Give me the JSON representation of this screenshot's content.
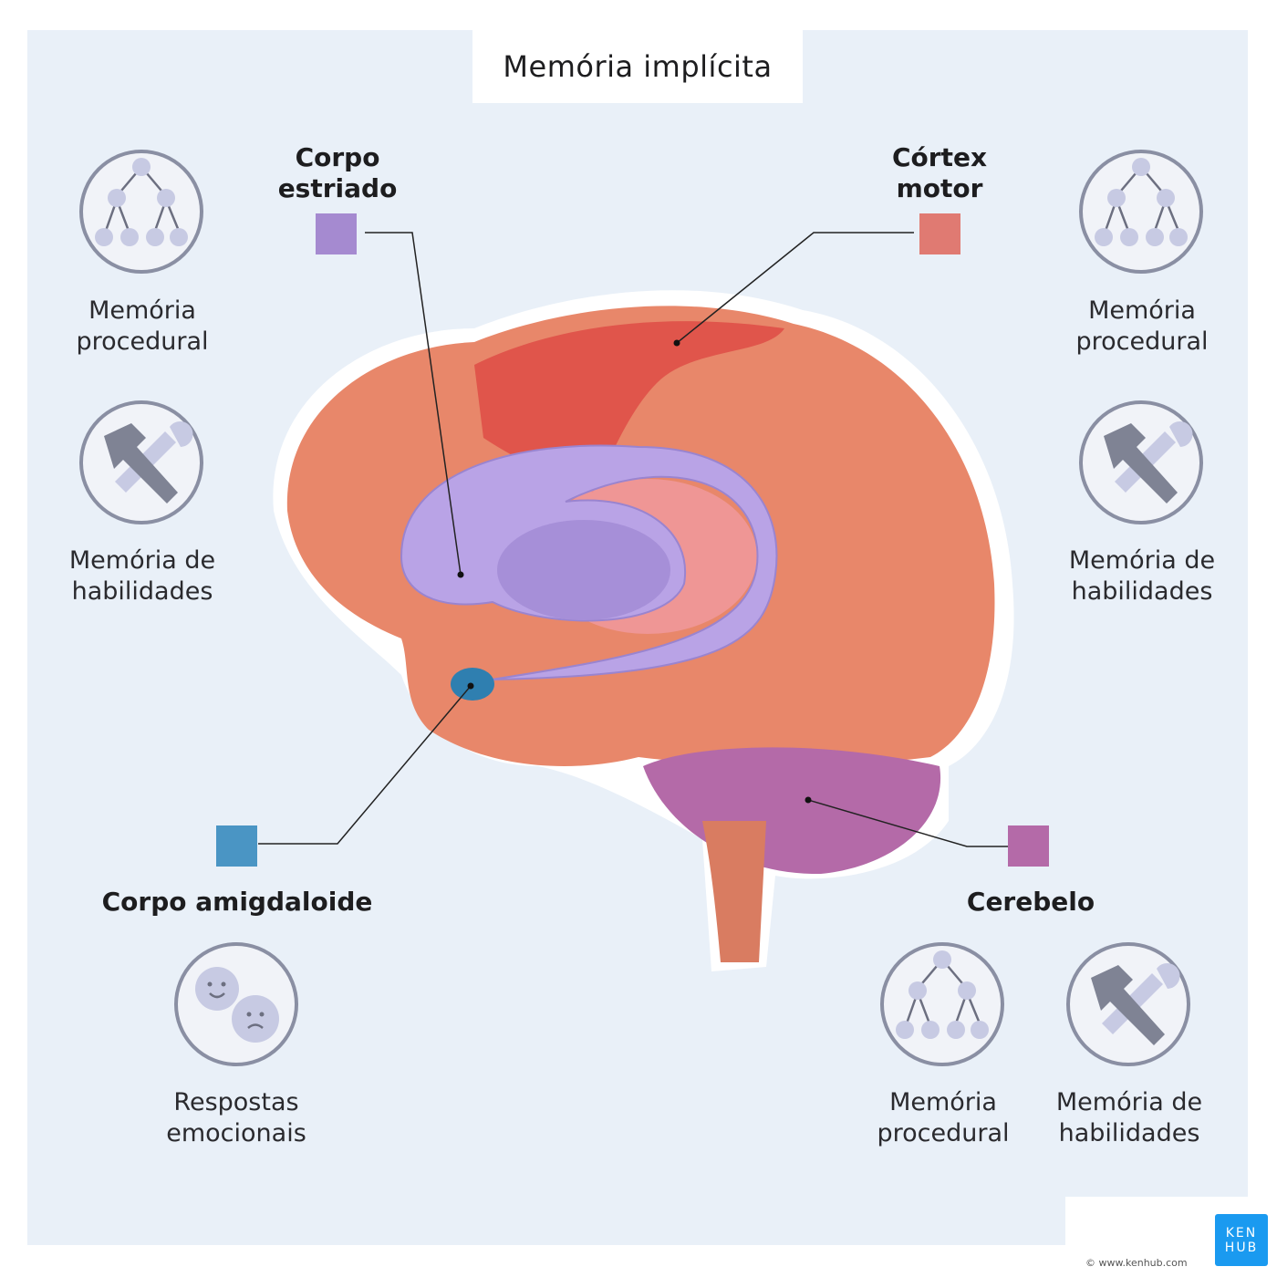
{
  "title": "Memória implícita",
  "structures": {
    "striatum": {
      "label": "Corpo estriado",
      "line1": "Corpo",
      "line2": "estriado",
      "color": "#a58ad0"
    },
    "motor_cortex": {
      "label": "Córtex motor",
      "line1": "Córtex",
      "line2": "motor",
      "color": "#e07a72"
    },
    "amygdala": {
      "label": "Corpo amigdaloide",
      "color": "#4a95c4"
    },
    "cerebellum": {
      "label": "Cerebelo",
      "color": "#b46aa8"
    }
  },
  "captions": {
    "procedural": {
      "line1": "Memória",
      "line2": "procedural"
    },
    "skills": {
      "line1": "Memória de",
      "line2": "habilidades"
    },
    "emotional": {
      "line1": "Respostas",
      "line2": "emocionais"
    }
  },
  "icons": {
    "procedural": "hierarchy-tree-icon",
    "skills": "hammer-wrench-icon",
    "emotional": "happy-sad-faces-icon"
  },
  "logo": {
    "line1": "KEN",
    "line2": "HUB",
    "copyright": "© www.kenhub.com"
  }
}
